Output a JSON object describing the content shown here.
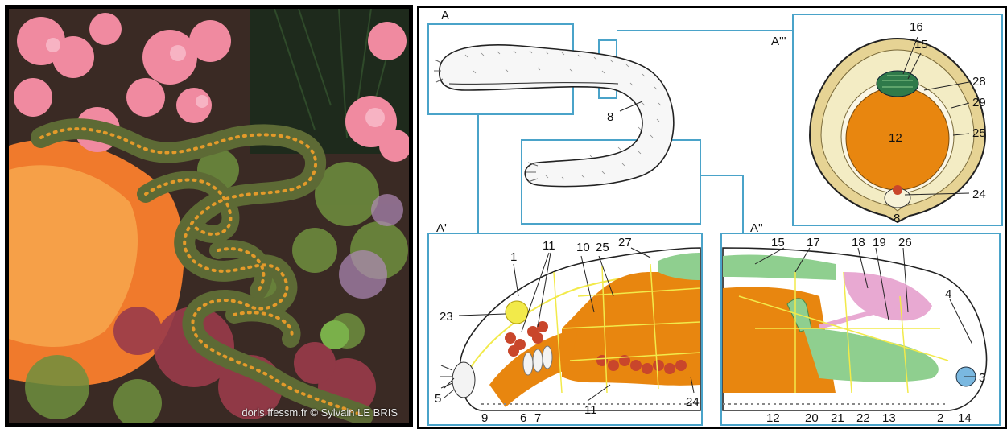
{
  "photo": {
    "credit": "doris.ffessm.fr  ©  Sylvain LE BRIS"
  },
  "diagram": {
    "panel_labels": {
      "A": "A",
      "A1": "A'",
      "A2": "A''",
      "A3": "A'''"
    },
    "numbers": [
      "1",
      "2",
      "3",
      "4",
      "5",
      "6",
      "7",
      "8",
      "9",
      "10",
      "11",
      "12",
      "13",
      "14",
      "15",
      "16",
      "17",
      "18",
      "19",
      "20",
      "21",
      "22",
      "23",
      "24",
      "25",
      "26",
      "27",
      "28",
      "29"
    ],
    "colors": {
      "panel_border": "#4aa3c9",
      "gut_orange": "#e8860f",
      "gland_green": "#8fcf8f",
      "gonad_pink": "#e8a9d2",
      "nerve_yellow": "#f2ea4a",
      "egg_red": "#c9462b",
      "body_wall_tan": "#e6d394"
    }
  }
}
